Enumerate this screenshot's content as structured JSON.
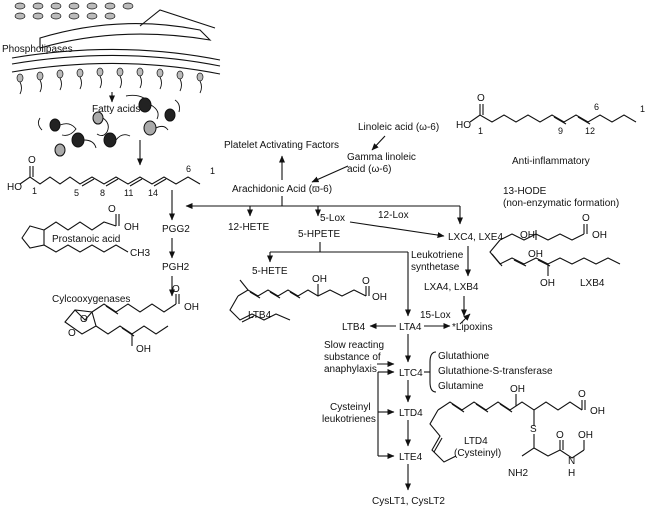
{
  "membrane": {
    "phospholipases": "Phospholipases",
    "fatty_acids": "Fatty acids"
  },
  "fatty_acid_chain": {
    "ho": "HO",
    "o": "O",
    "c1": "1",
    "d5": "5",
    "d8": "8",
    "d11": "11",
    "d14": "14",
    "d6": "6",
    "end1": "1"
  },
  "prostanoic": {
    "label": "Prostanoic acid",
    "o": "O",
    "oh": "OH",
    "ch3": "CH3"
  },
  "cox": {
    "pgg2": "PGG2",
    "pgh2": "PGH2",
    "label": "Cylcooxygenases",
    "oh1": "OH",
    "oh2": "OH",
    "o1": "O",
    "o2": "O",
    "o3": "O"
  },
  "linoleic": {
    "label": "Linoleic acid (ω-6)",
    "gamma_line1": "Gamma linoleic",
    "gamma_line2": "acid (ω-6)",
    "ho": "HO",
    "o": "O",
    "c1": "1",
    "c9": "9",
    "c12": "12",
    "c6": "6",
    "end1": "1",
    "anti": "Anti-inflammatory"
  },
  "aa": {
    "paf": "Platelet Activating Factors",
    "arachidonic": "Arachidonic Acid (ϖ-6)",
    "hete12": "12-HETE",
    "lox5": "5-Lox",
    "hpete5": "5-HPETE",
    "lox12": "12-Lox",
    "hete5": "5-HETE",
    "ltb4_struct": "LTB4",
    "oh": "OH",
    "o": "O",
    "struct_oh": "OH"
  },
  "lipoxins": {
    "hode_line1": "13-HODE",
    "hode_line2": "(non-enzymatic formation)",
    "lxc4": "LXC4, LXE4",
    "lxa4": "LXA4, LXB4",
    "lxb4": "LXB4",
    "oh1": "OH",
    "oh2": "OH",
    "oh3": "OH",
    "o": "O",
    "o_acid": "OH",
    "lipoxins": "*Lipoxins",
    "lox15": "15-Lox",
    "lt_synth_line1": "Leukotriene",
    "lt_synth_line2": "synthetase"
  },
  "leukotrienes": {
    "ltb4": "LTB4",
    "lta4": "LTA4",
    "srs_line1": "Slow reacting",
    "srs_line2": "substance of",
    "srs_line3": "anaphylaxis",
    "ltc4": "LTC4",
    "ltd4": "LTD4",
    "lte4": "LTE4",
    "cys_line1": "Cysteinyl",
    "cys_line2": "leukotrienes",
    "cyslt": "CysLT1, CysLT2",
    "glutathione": "Glutathione",
    "glut_trans": "Glutathione-S-transferase",
    "glutamine": "Glutamine",
    "ltd4_struct_line1": "LTD4",
    "ltd4_struct_line2": "(Cysteinyl)",
    "oh": "OH",
    "o1": "O",
    "o2": "O",
    "s": "S",
    "n": "N",
    "h": "H",
    "nh2": "NH2",
    "acid_oh1": "OH",
    "acid_oh2": "OH"
  }
}
